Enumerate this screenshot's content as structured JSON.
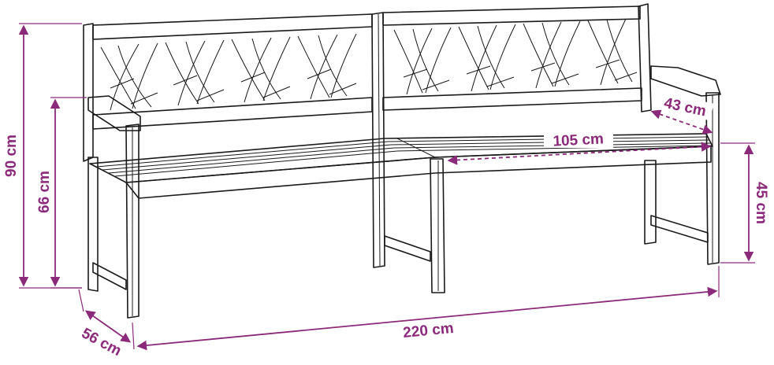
{
  "dimensions": {
    "total_height": "90 cm",
    "armrest_height": "66 cm",
    "seat_height": "45 cm",
    "depth": "56 cm",
    "width": "220 cm",
    "seat_width": "105 cm",
    "seat_depth": "43 cm"
  },
  "colors": {
    "accent": "#8b2a7a",
    "line": "#1a1a1a"
  }
}
